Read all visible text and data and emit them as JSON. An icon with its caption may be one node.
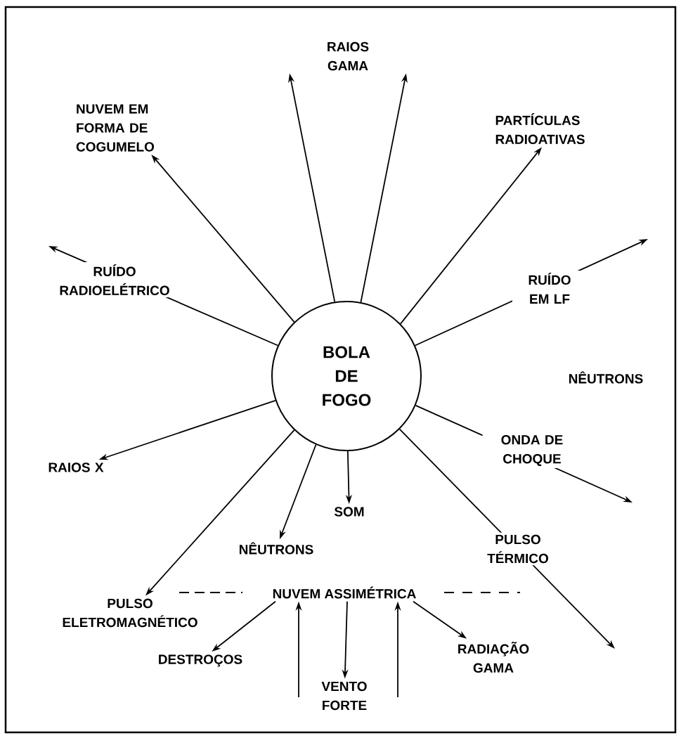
{
  "diagram": {
    "nodes": [
      {
        "text": [
          "BOLA DE FOGO"
        ]
      },
      {
        "text": [
          "RAIOS GAMA"
        ]
      },
      {
        "text": [
          "NUVEM EM FORMA DE COGUMELO"
        ]
      },
      {
        "text": [
          "PARTÍCULAS RADIOATIVAS"
        ]
      },
      {
        "text": [
          "RAIOS X"
        ]
      },
      {
        "text": [
          "SOM"
        ]
      },
      {
        "text": [
          "NÊUTRONS"
        ]
      },
      {
        "text": [
          "PULSO ELETROMAGNÉTICO"
        ]
      },
      {
        "text": [
          "NUVEM ASSIMÉTRICA"
        ]
      },
      {
        "text": [
          "DESTROÇOS"
        ]
      },
      {
        "text": [
          "RADIAÇÃO GAMA"
        ]
      },
      {
        "text": [
          "VENTO FORTE"
        ]
      }
    ],
    "edges": [
      {
        "from": 0,
        "to": 1,
        "arrow": "to"
      },
      {
        "from": 0,
        "to": 1,
        "arrow": "to"
      },
      {
        "from": 0,
        "to": 2,
        "arrow": "to"
      },
      {
        "from": 0,
        "to": 3,
        "arrow": "to"
      },
      {
        "from": 0,
        "to": null,
        "arrow": "to",
        "label": "RUÍDO RADIOELÉTRICO"
      },
      {
        "from": 0,
        "to": null,
        "arrow": "to",
        "label": "RUÍDO EM LF"
      },
      {
        "from": 0,
        "to": null,
        "arrow": "to",
        "label": "ONDA DE CHOQUE"
      },
      {
        "from": 0,
        "to": 4,
        "arrow": "to"
      },
      {
        "from": 0,
        "to": 5,
        "arrow": "to"
      },
      {
        "from": 0,
        "to": 6,
        "arrow": "to"
      },
      {
        "from": 0,
        "to": 7,
        "arrow": "to"
      },
      {
        "from": 0,
        "to": null,
        "arrow": "to",
        "label": "PULSO TÉRMICO"
      },
      {
        "from": 8,
        "to": 9,
        "arrow": "to"
      },
      {
        "from": 8,
        "to": 10,
        "arrow": "to"
      },
      {
        "from": null,
        "to": 8,
        "arrow": "to"
      },
      {
        "from": 8,
        "to": 11,
        "arrow": "to"
      },
      {
        "from": null,
        "to": 8,
        "arrow": "to"
      }
    ],
    "labels": [
      "NÊUTRONS"
    ]
  }
}
